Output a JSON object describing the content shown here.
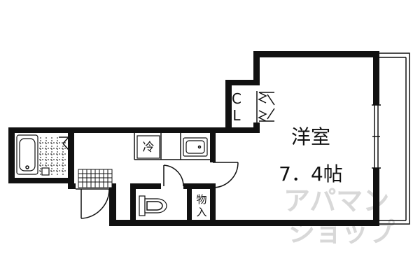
{
  "rooms": {
    "western_room": "洋室",
    "western_room_size": "7．4帖",
    "closet_c": "C",
    "closet_l": "L",
    "fridge": "冷",
    "storage_1": "物",
    "storage_2": "入"
  },
  "watermark": {
    "line1": "アパマン",
    "line2": "ショップ"
  },
  "colors": {
    "wall": "#111111",
    "background": "#ffffff",
    "watermark": "#d8d8d8"
  }
}
